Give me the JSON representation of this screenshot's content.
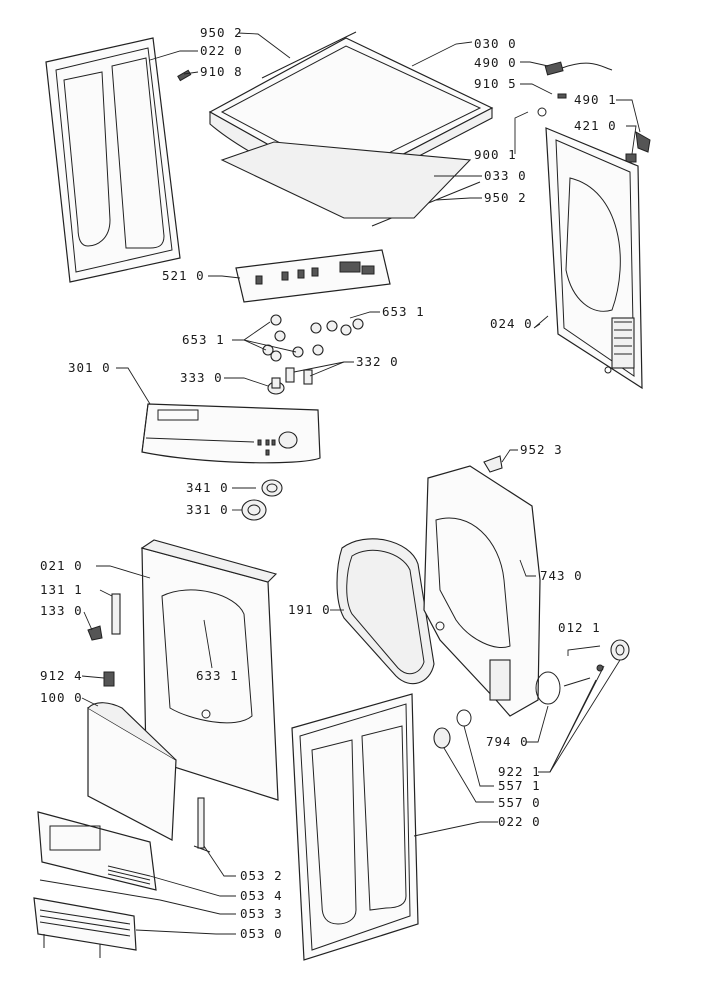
{
  "labels": {
    "l950_2_top": "950 2",
    "l022_0_top": "022 0",
    "l910_8": "910 8",
    "l030_0": "030 0",
    "l490_0": "490 0",
    "l910_5": "910 5",
    "l490_1": "490 1",
    "l421_0": "421 0",
    "l900_1": "900 1",
    "l033_0": "033 0",
    "l950_2_bot": "950 2",
    "l521_0": "521 0",
    "l653_1_right": "653 1",
    "l024_0": "024 0",
    "l653_1_left": "653 1",
    "l332_0": "332 0",
    "l301_0": "301 0",
    "l333_0": "333 0",
    "l952_3": "952 3",
    "l341_0": "341 0",
    "l331_0": "331 0",
    "l743_0": "743 0",
    "l021_0": "021 0",
    "l131_1": "131 1",
    "l133_0": "133 0",
    "l191_0": "191 0",
    "l012_1": "012 1",
    "l633_1": "633 1",
    "l912_4": "912 4",
    "l100_0": "100 0",
    "l794_0": "794 0",
    "l922_1": "922 1",
    "l557_1": "557 1",
    "l557_0": "557 0",
    "l022_0_bot": "022 0",
    "l053_2": "053 2",
    "l053_4": "053 4",
    "l053_3": "053 3",
    "l053_0": "053 0"
  }
}
